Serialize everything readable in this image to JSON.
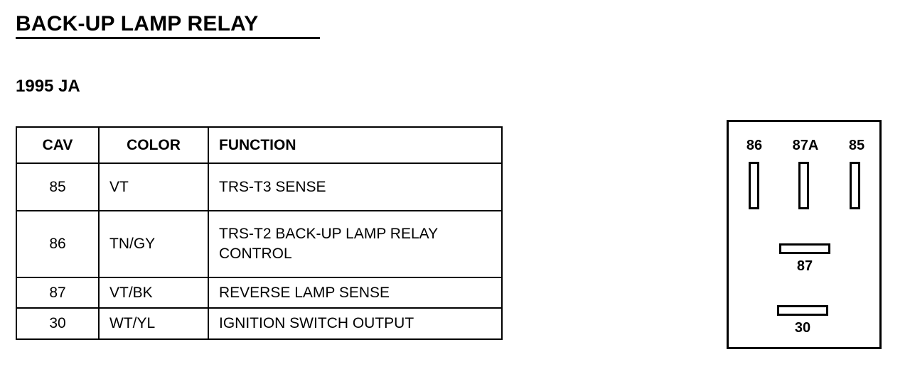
{
  "document": {
    "title": "BACK-UP LAMP RELAY",
    "subtitle": "1995 JA"
  },
  "pinout_table": {
    "headers": {
      "cav": "CAV",
      "color": "COLOR",
      "function": "FUNCTION"
    },
    "rows": [
      {
        "cav": "85",
        "color": "VT",
        "function_line1": "TRS-T3 SENSE",
        "function_line2": ""
      },
      {
        "cav": "86",
        "color": "TN/GY",
        "function_line1": "TRS-T2 BACK-UP LAMP RELAY",
        "function_line2": "CONTROL"
      },
      {
        "cav": "87",
        "color": "VT/BK",
        "function_line1": "REVERSE LAMP SENSE",
        "function_line2": ""
      },
      {
        "cav": "30",
        "color": "WT/YL",
        "function_line1": "IGNITION SWITCH OUTPUT",
        "function_line2": ""
      }
    ]
  },
  "relay_diagram": {
    "terminals": {
      "t86": "86",
      "t87a": "87A",
      "t85": "85",
      "t87": "87",
      "t30": "30"
    }
  },
  "colors": {
    "ink": "#000000",
    "paper": "#ffffff"
  }
}
